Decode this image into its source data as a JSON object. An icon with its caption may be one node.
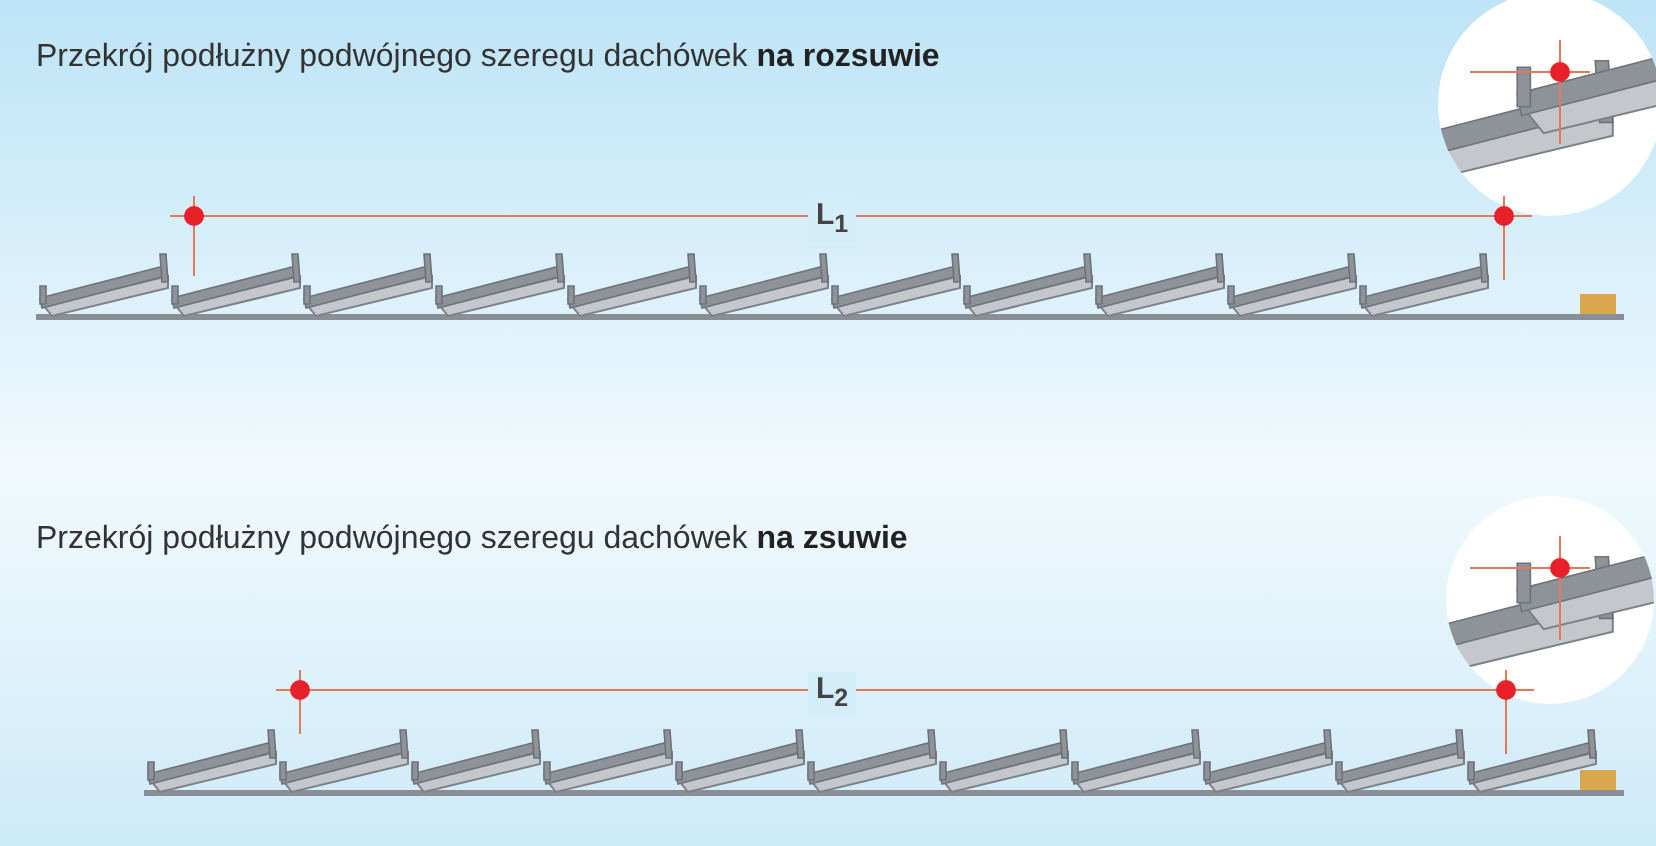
{
  "diagram": {
    "labels": [
      "Przekrój podłużny podwójnego szeregu dachówek **na rozsuwie**",
      "L$_{1}$",
      "Przekrój podłużny podwójnego szeregu dachówek **na zsuwie**",
      "L$_{2}$"
    ]
  }
}
